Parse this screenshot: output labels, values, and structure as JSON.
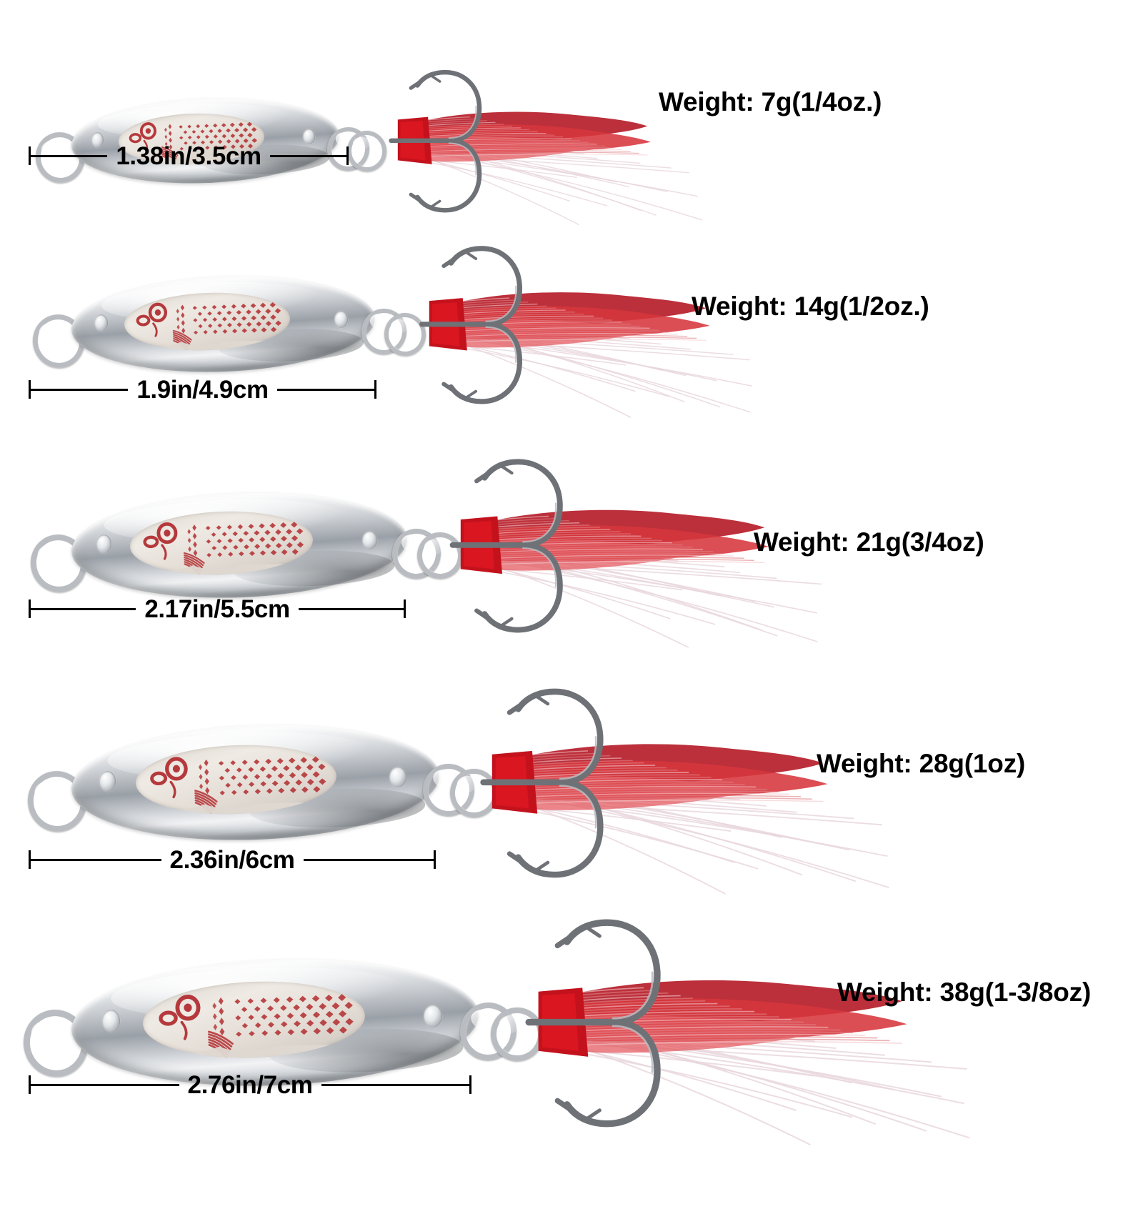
{
  "page": {
    "title": "Fishing Spoon Lure Size Chart",
    "background_color": "#ffffff",
    "text_color": "#000000",
    "accent_color": "#b5393c",
    "metal_color": "#c3c7cc",
    "decal_color": "#e4ddd6"
  },
  "rows": [
    {
      "id": "lure-7g",
      "size_label": "1.38in/3.5cm",
      "weight_label": "Weight: 7g(1/4oz.)",
      "icon": "fish-spoon-lure-icon"
    },
    {
      "id": "lure-14g",
      "size_label": "1.9in/4.9cm",
      "weight_label": "Weight: 14g(1/2oz.)",
      "icon": "fish-spoon-lure-icon"
    },
    {
      "id": "lure-21g",
      "size_label": "2.17in/5.5cm",
      "weight_label": "Weight: 21g(3/4oz)",
      "icon": "fish-spoon-lure-icon"
    },
    {
      "id": "lure-28g",
      "size_label": "2.36in/6cm",
      "weight_label": "Weight: 28g(1oz)",
      "icon": "fish-spoon-lure-icon"
    },
    {
      "id": "lure-38g",
      "size_label": "2.76in/7cm",
      "weight_label": "Weight: 38g(1-3/8oz)",
      "icon": "fish-spoon-lure-icon"
    }
  ]
}
